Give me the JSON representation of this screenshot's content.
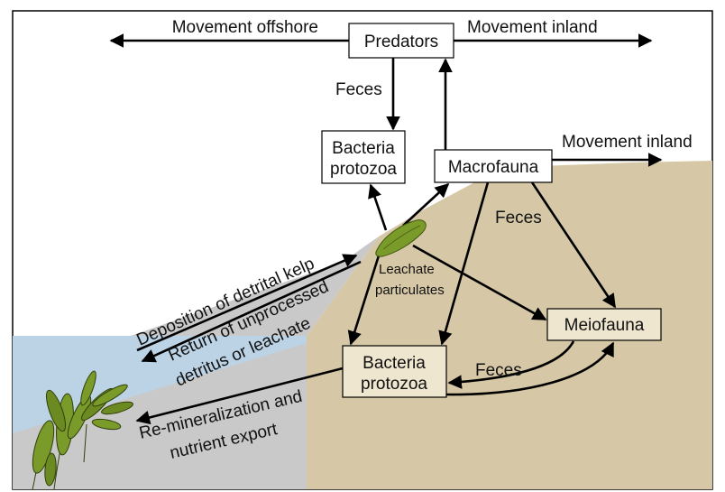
{
  "nodes": {
    "predators": "Predators",
    "bacteria_top": [
      "Bacteria",
      "protozoa"
    ],
    "macrofauna": "Macrofauna",
    "meiofauna": "Meiofauna",
    "bacteria_bottom": [
      "Bacteria",
      "protozoa"
    ]
  },
  "labels": {
    "movement_offshore": "Movement offshore",
    "movement_inland_top": "Movement inland",
    "movement_inland_right": "Movement inland",
    "feces_predators": "Feces",
    "feces_macrofauna": "Feces",
    "feces_meiofauna": "Feces",
    "leachate": [
      "Leachate",
      "particulates"
    ],
    "deposition": "Deposition of detrital kelp",
    "return": [
      "Return of unprocessed",
      "detritus or leachate"
    ],
    "remineralization": [
      "Re-mineralization and",
      "nutrient export"
    ]
  },
  "colors": {
    "water": "#bcd3e6",
    "wet_sand": "#c9c9c9",
    "dry_sand": "#d6c8a6",
    "kelp": "#7a9a2a",
    "kelp_dark": "#4f6a14",
    "box_fill_white": "#ffffff",
    "box_fill_sand": "#efe6cf",
    "line": "#000000"
  }
}
